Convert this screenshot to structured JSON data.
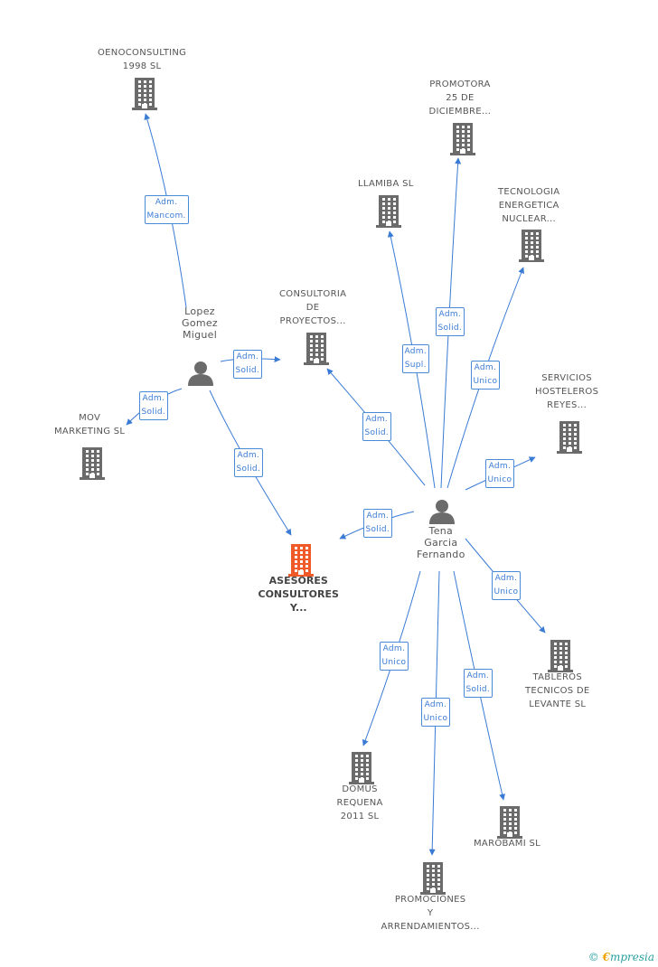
{
  "colors": {
    "edge": "#3a7bd5",
    "building": "#6b6b6b",
    "focus": "#f05a28",
    "person": "#6b6b6b"
  },
  "nodes": [
    {
      "id": "oenoconsulting",
      "type": "company",
      "label": "OENOCONSULTING\n1998 SL"
    },
    {
      "id": "promotora",
      "type": "company",
      "label": "PROMOTORA\n25 DE\nDICIEMBRE..."
    },
    {
      "id": "llamiba",
      "type": "company",
      "label": "LLAMIBA SL"
    },
    {
      "id": "tecnologia",
      "type": "company",
      "label": "TECNOLOGIA\nENERGETICA\nNUCLEAR..."
    },
    {
      "id": "consultoria",
      "type": "company",
      "label": "CONSULTORIA\nDE\nPROYECTOS..."
    },
    {
      "id": "lopez",
      "type": "person",
      "label": "Lopez\nGomez\nMiguel"
    },
    {
      "id": "servicios",
      "type": "company",
      "label": "SERVICIOS\nHOSTELEROS\nREYES..."
    },
    {
      "id": "mov",
      "type": "company",
      "label": "MOV\nMARKETING  SL"
    },
    {
      "id": "tena",
      "type": "person",
      "label": "Tena\nGarcia\nFernando"
    },
    {
      "id": "asesores",
      "type": "focus",
      "label": "ASESORES\nCONSULTORES\nY..."
    },
    {
      "id": "tableros",
      "type": "company",
      "label": "TABLEROS\nTECNICOS DE\nLEVANTE SL"
    },
    {
      "id": "domus",
      "type": "company",
      "label": "DOMUS\nREQUENA\n2011 SL"
    },
    {
      "id": "marobami",
      "type": "company",
      "label": "MAROBAMI SL"
    },
    {
      "id": "promociones",
      "type": "company",
      "label": "PROMOCIONES\nY\nARRENDAMIENTOS..."
    }
  ],
  "edges": [
    {
      "id": "e1",
      "label": "Adm.\nMancom.",
      "from": "lopez",
      "to": "oenoconsulting"
    },
    {
      "id": "e2",
      "label": "Adm.\nSolid.",
      "from": "lopez",
      "to": "consultoria"
    },
    {
      "id": "e3",
      "label": "Adm.\nSolid.",
      "from": "lopez",
      "to": "mov"
    },
    {
      "id": "e4",
      "label": "Adm.\nSolid.",
      "from": "lopez",
      "to": "asesores"
    },
    {
      "id": "e5",
      "label": "Adm.\nSolid.",
      "from": "tena",
      "to": "promotora"
    },
    {
      "id": "e6",
      "label": "Adm.\nSupl.",
      "from": "tena",
      "to": "llamiba"
    },
    {
      "id": "e7",
      "label": "Adm.\nUnico",
      "from": "tena",
      "to": "tecnologia"
    },
    {
      "id": "e8",
      "label": "Adm.\nSolid.",
      "from": "tena",
      "to": "consultoria"
    },
    {
      "id": "e9",
      "label": "Adm.\nUnico",
      "from": "tena",
      "to": "servicios"
    },
    {
      "id": "e10",
      "label": "Adm.\nSolid.",
      "from": "tena",
      "to": "asesores"
    },
    {
      "id": "e11",
      "label": "Adm.\nUnico",
      "from": "tena",
      "to": "tableros"
    },
    {
      "id": "e12",
      "label": "Adm.\nUnico",
      "from": "tena",
      "to": "domus"
    },
    {
      "id": "e13",
      "label": "Adm.\nSolid.",
      "from": "tena",
      "to": "marobami"
    },
    {
      "id": "e14",
      "label": "Adm.\nUnico",
      "from": "tena",
      "to": "promociones"
    }
  ],
  "footer": {
    "copyright": "©",
    "brand_initial": "€",
    "brand_rest": "mpresia"
  }
}
